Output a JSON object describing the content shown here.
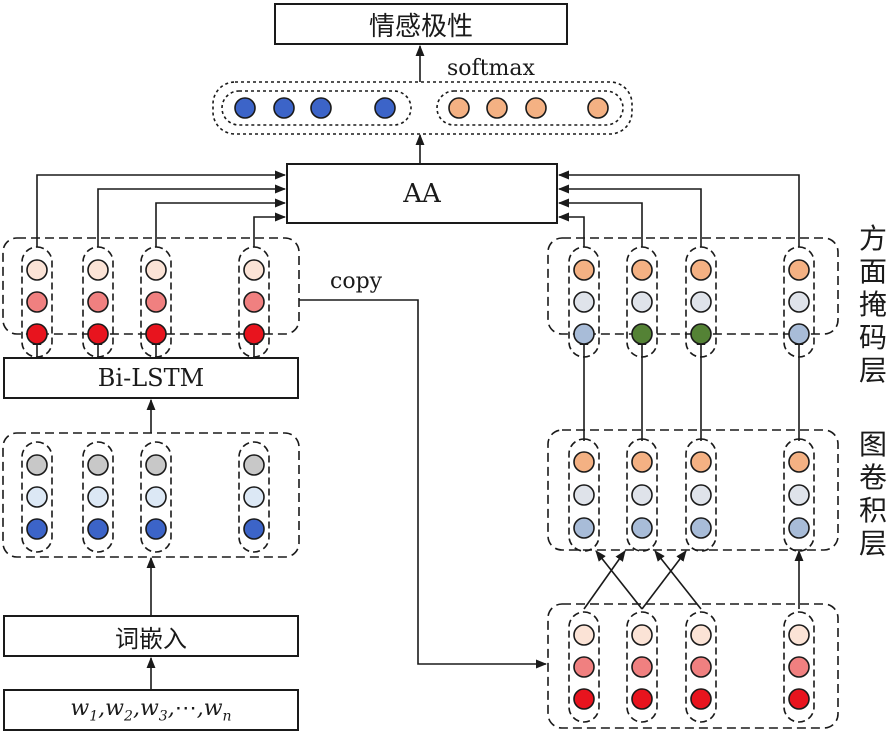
{
  "boxes": {
    "sentiment": "情感极性",
    "aa": "AA",
    "bilstm": "Bi-LSTM",
    "embedding": "词嵌入"
  },
  "labels": {
    "softmax": "softmax",
    "copy": "copy",
    "aspect_mask_layer": "方面掩码层",
    "gcn_layer": "图卷积层"
  },
  "input_sequence": {
    "tokens": [
      "w",
      "w",
      "w",
      "w"
    ],
    "subscripts": [
      "1",
      "2",
      "3",
      "n"
    ],
    "separator": ",",
    "ellipsis": "⋯"
  },
  "colors": {
    "blue": "#3c64c8",
    "light_blue": "#dce8f5",
    "gray": "#c8c8c8",
    "orange": "#f4b183",
    "light_gray": "#dfe3ea",
    "steel_blue": "#a8bcd8",
    "dark_green": "#548235",
    "pale_pink": "#fbe3d6",
    "pink": "#f08080",
    "red": "#e8141e",
    "line": "#1a1a1a"
  },
  "node_groups": {
    "embedding_vectors": [
      [
        "gray",
        "light_blue",
        "blue"
      ],
      [
        "gray",
        "light_blue",
        "blue"
      ],
      [
        "gray",
        "light_blue",
        "blue"
      ],
      [
        "gray",
        "light_blue",
        "blue"
      ]
    ],
    "bilstm_hidden": [
      [
        "pale_pink",
        "pink",
        "red"
      ],
      [
        "pale_pink",
        "pink",
        "red"
      ],
      [
        "pale_pink",
        "pink",
        "red"
      ],
      [
        "pale_pink",
        "pink",
        "red"
      ]
    ],
    "gcn_input": [
      [
        "pale_pink",
        "pink",
        "red"
      ],
      [
        "pale_pink",
        "pink",
        "red"
      ],
      [
        "pale_pink",
        "pink",
        "red"
      ],
      [
        "pale_pink",
        "pink",
        "red"
      ]
    ],
    "gcn_output": [
      [
        "orange",
        "light_gray",
        "steel_blue"
      ],
      [
        "orange",
        "light_gray",
        "steel_blue"
      ],
      [
        "orange",
        "light_gray",
        "steel_blue"
      ],
      [
        "orange",
        "light_gray",
        "steel_blue"
      ]
    ],
    "aspect_mask": [
      [
        "orange",
        "light_gray",
        "steel_blue"
      ],
      [
        "orange",
        "light_gray",
        "dark_green"
      ],
      [
        "orange",
        "light_gray",
        "dark_green"
      ],
      [
        "orange",
        "light_gray",
        "steel_blue"
      ]
    ],
    "softmax_left": [
      "blue",
      "blue",
      "blue",
      "blue"
    ],
    "softmax_right": [
      "orange",
      "orange",
      "orange",
      "orange"
    ]
  }
}
